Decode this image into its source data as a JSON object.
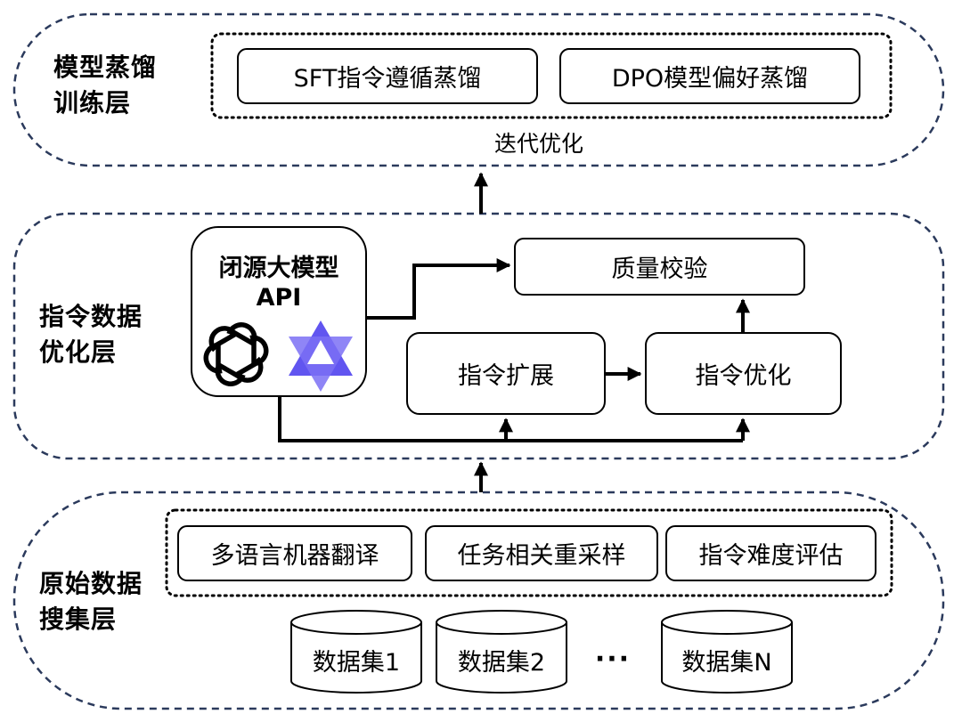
{
  "layers": {
    "training": {
      "title_line1": "模型蒸馏",
      "title_line2": "训练层",
      "methods": [
        "SFT指令遵循蒸馏",
        "DPO模型偏好蒸馏"
      ],
      "caption": "迭代优化"
    },
    "optimization": {
      "title_line1": "指令数据",
      "title_line2": "优化层",
      "api_box": {
        "line1": "闭源大模型",
        "line2": "API",
        "icons": [
          "openai-logo-icon",
          "qwen-logo-icon"
        ]
      },
      "quality_check": "质量校验",
      "instruction_expand": "指令扩展",
      "instruction_optimize": "指令优化"
    },
    "collection": {
      "title_line1": "原始数据",
      "title_line2": "搜集层",
      "processes": [
        "多语言机器翻译",
        "任务相关重采样",
        "指令难度评估"
      ],
      "datasets": [
        "数据集1",
        "数据集2",
        "数据集N"
      ],
      "ellipsis": "···"
    }
  },
  "colors": {
    "layer_border": "#2b3a5c",
    "box_border": "#000000",
    "qwen_purple": "#6155f0"
  }
}
